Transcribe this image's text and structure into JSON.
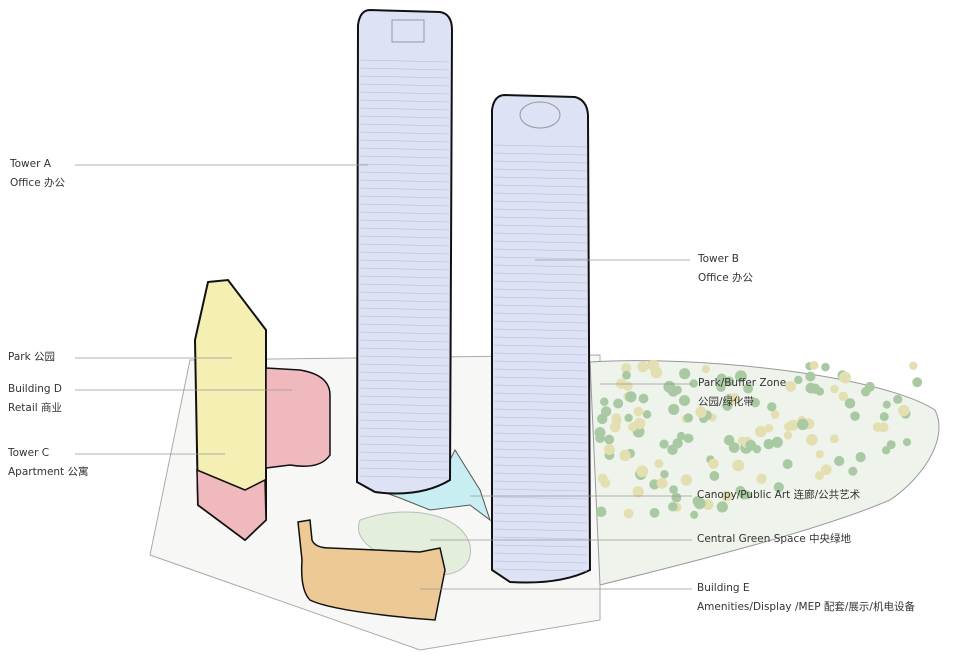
{
  "labels": {
    "tower_a": {
      "title": "Tower A",
      "use": "Office 办公"
    },
    "tower_b": {
      "title": "Tower B",
      "use": "Office 办公"
    },
    "park": {
      "title": "Park 公园"
    },
    "building_d": {
      "title": "Building D",
      "use": "Retail 商业"
    },
    "tower_c": {
      "title": "Tower C",
      "use": "Apartment 公寓"
    },
    "park_buffer": {
      "title": "Park/Buffer Zone",
      "use": "公园/绿化带"
    },
    "canopy": {
      "title": "Canopy/Public Art 连廊/公共艺术"
    },
    "central_green": {
      "title": "Central Green Space 中央绿地"
    },
    "building_e": {
      "title": "Building E",
      "use": "Amenities/Display /MEP 配套/展示/机电设备"
    }
  },
  "colors": {
    "tower_office": "#dde2f4",
    "tower_apartment": "#f6efb4",
    "retail": "#efb9bd",
    "amenities": "#ecc995",
    "canopy": "#c8eef3",
    "green": "#e9f0e6",
    "tree_green": "#a9c9a2",
    "tree_yellow": "#e3dfb0"
  }
}
